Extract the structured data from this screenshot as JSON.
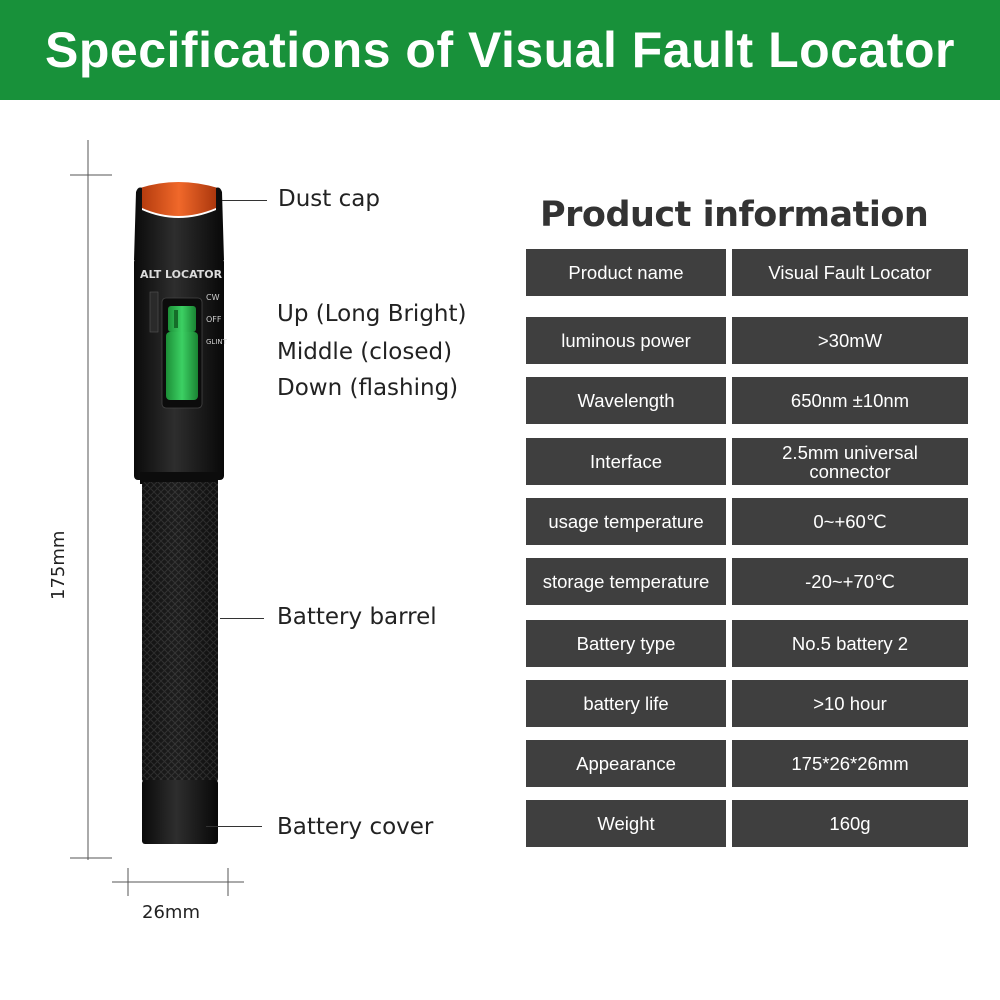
{
  "banner": {
    "title": "Specifications of Visual Fault Locator"
  },
  "product": {
    "brand_print": "ALT LOCATOR",
    "switch_marks": [
      "CW",
      "OFF",
      "GLINT"
    ],
    "callouts": {
      "dust_cap": "Dust cap",
      "switch_up": "Up (Long Bright)",
      "switch_middle": "Middle (closed)",
      "switch_down": "Down (flashing)",
      "battery_barrel": "Battery barrel",
      "battery_cover": "Battery cover"
    },
    "dimensions": {
      "length": "175mm",
      "diameter": "26mm"
    },
    "colors": {
      "cap": "#e4531b",
      "switch": "#2db54e",
      "body": "#151515"
    }
  },
  "spec": {
    "heading": "Product information",
    "rows": [
      {
        "label": "Product name",
        "value": "Visual Fault Locator"
      },
      {
        "label": "luminous power",
        "value": ">30mW"
      },
      {
        "label": "Wavelength",
        "value": "650nm ±10nm"
      },
      {
        "label": "Interface",
        "value": "2.5mm universal connector"
      },
      {
        "label": "usage temperature",
        "value": "0~+60℃"
      },
      {
        "label": "storage temperature",
        "value": "-20~+70℃"
      },
      {
        "label": "Battery type",
        "value": "No.5 battery 2"
      },
      {
        "label": "battery life",
        "value": ">10 hour"
      },
      {
        "label": "Appearance",
        "value": "175*26*26mm"
      },
      {
        "label": "Weight",
        "value": "160g"
      }
    ]
  }
}
